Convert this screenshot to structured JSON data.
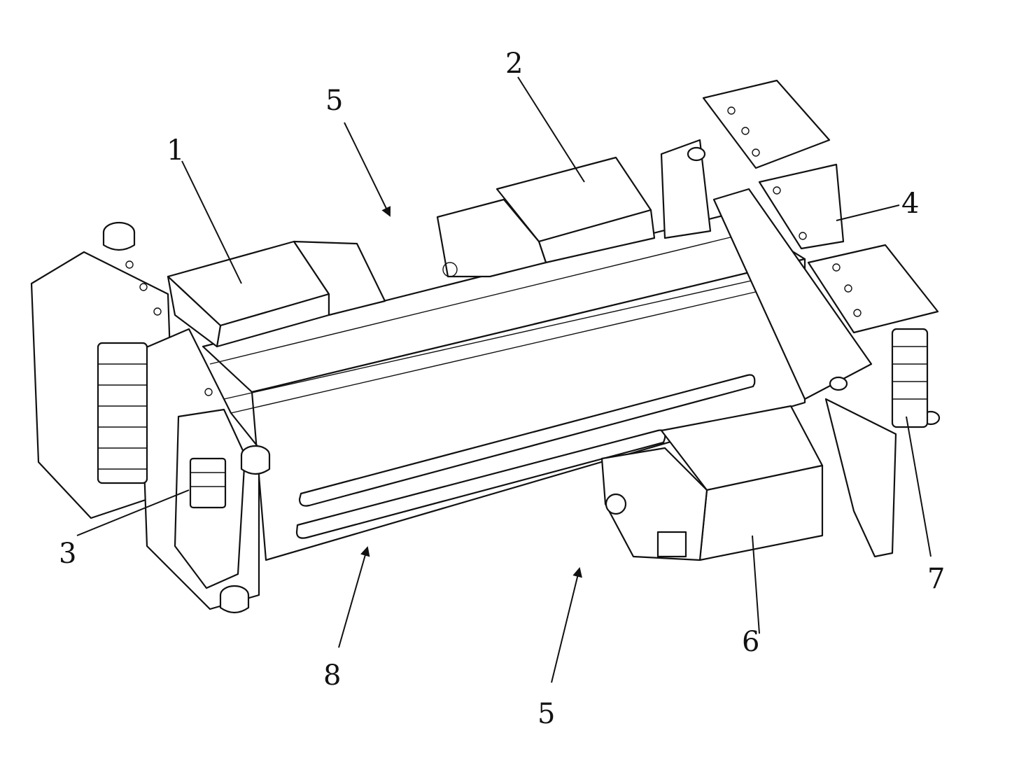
{
  "labels": {
    "motor_1": "1",
    "motor_2": "2",
    "gear_3": "3",
    "bracket_4": "4",
    "arrow_5_top": "5",
    "arrow_5_bottom": "5",
    "motor_6": "6",
    "gear_7": "7",
    "slot_8": "8"
  }
}
